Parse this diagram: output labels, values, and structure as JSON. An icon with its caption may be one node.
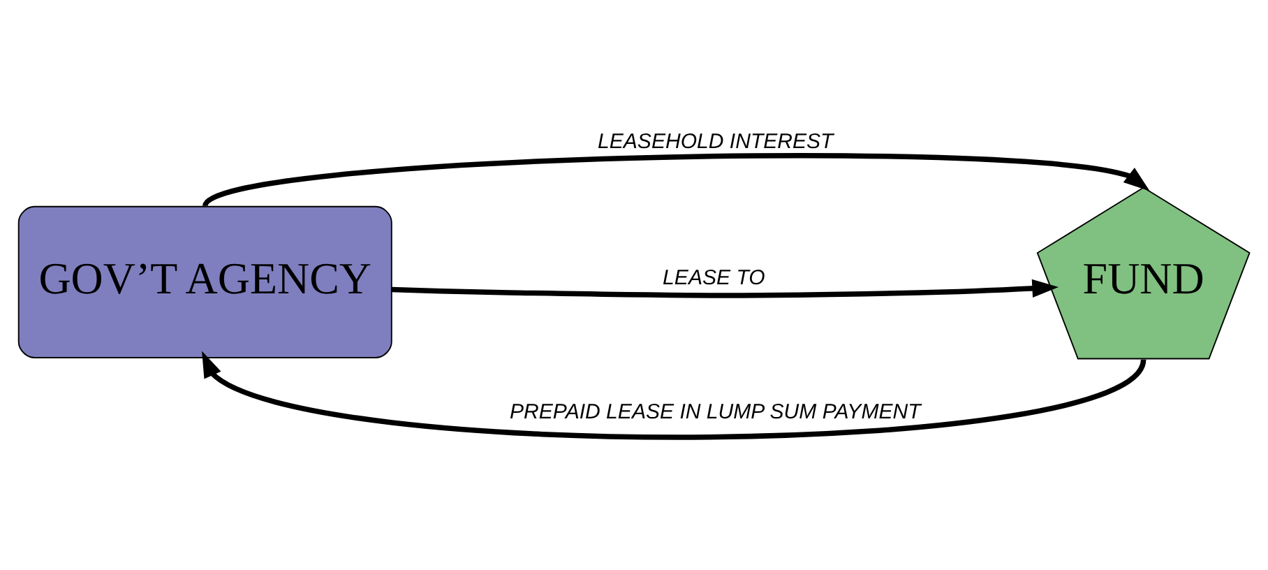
{
  "diagram": {
    "nodes": [
      {
        "text": [
          "GOV’T AGENCY"
        ]
      },
      {
        "text": [
          "FUND"
        ]
      }
    ],
    "edges": [
      {
        "from": 0,
        "to": 1,
        "arrow": "to",
        "label": "LEASE TO"
      },
      {
        "from": 0,
        "to": 1,
        "arrow": "to",
        "label": "LEASEHOLD INTEREST"
      },
      {
        "from": 1,
        "to": 0,
        "arrow": "to",
        "label": "PREPAID LEASE IN LUMP SUM PAYMENT"
      }
    ]
  }
}
